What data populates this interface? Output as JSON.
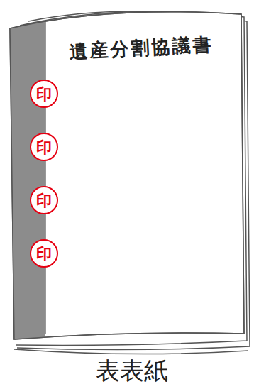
{
  "diagram": {
    "title": "遺産分割協議書",
    "caption": "表表紙",
    "nodes": [
      {
        "text": [
          "印"
        ]
      },
      {
        "text": [
          "印"
        ]
      },
      {
        "text": [
          "印"
        ]
      },
      {
        "text": [
          "印"
        ]
      }
    ]
  }
}
